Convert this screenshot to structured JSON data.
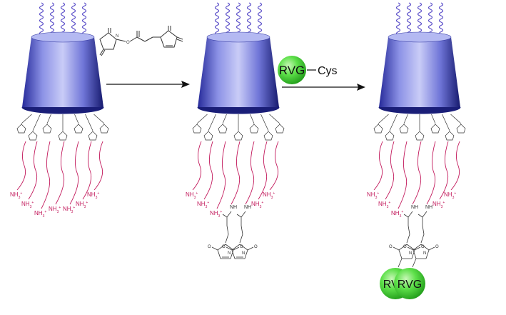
{
  "colors": {
    "chain": "#5b4fc9",
    "cone_light": "#aab0f0",
    "cone_dark": "#20208a",
    "linker": "#c2185b",
    "sphere": "#4cd43c",
    "ink": "#333333"
  },
  "labels": {
    "amine": "NH3+",
    "amide_nh": "NH",
    "peptide": "RVG",
    "cysteine": "Cys",
    "oxygen": "O",
    "nitrogen": "N"
  },
  "panels": [
    {
      "name": "starting-conjugate",
      "amine_count": 7,
      "maleimide_count": 0,
      "rvg_count": 0
    },
    {
      "name": "maleimide-conjugate",
      "amine_count": 5,
      "maleimide_count": 2,
      "rvg_count": 0
    },
    {
      "name": "rvg-conjugate",
      "amine_count": 5,
      "maleimide_count": 2,
      "rvg_count": 2
    }
  ],
  "steps": [
    {
      "name": "step-1",
      "reagent": "NHS-maleimide linker"
    },
    {
      "name": "step-2",
      "reagent": "RVG-Cys"
    }
  ]
}
